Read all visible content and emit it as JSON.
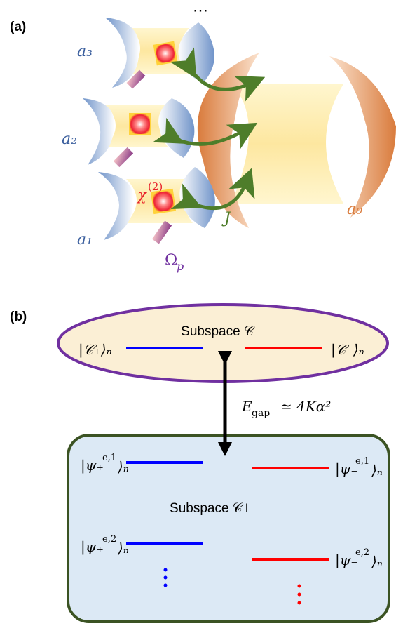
{
  "panel_a": {
    "label": "(a)",
    "ellipsis": "⋯",
    "mode_labels": {
      "a3": "a₃",
      "a2": "a₂",
      "a1": "a₁",
      "a0": "a₀"
    },
    "chi_label": "χ",
    "chi_sup": "(2)",
    "coupling_label": "J",
    "pump_label": "Ω",
    "pump_sub": "p"
  },
  "panel_b": {
    "label": "(b)",
    "subspace_c": {
      "title": "Subspace 𝒞",
      "left_state": "|𝒞₊⟩ₙ",
      "right_state": "|𝒞₋⟩ₙ"
    },
    "gap_label": "E",
    "gap_sub": "gap",
    "gap_rel": "≃ 4Kα²",
    "subspace_perp": {
      "title": "Subspace 𝒞⊥",
      "level1_left": "|ψ₊",
      "level1_left_sup": "e,1",
      "level1_left_tail": "⟩ₙ",
      "level1_right": "|ψ₋",
      "level1_right_sup": "e,1",
      "level1_right_tail": "⟩ₙ",
      "level2_left": "|ψ₊",
      "level2_left_sup": "e,2",
      "level2_left_tail": "⟩ₙ",
      "level2_right": "|ψ₋",
      "level2_right_sup": "e,2",
      "level2_right_tail": "⟩ₙ"
    },
    "colors": {
      "positive": "#0000ff",
      "negative": "#ff0000",
      "ellipse_border": "#7030a0",
      "ellipse_fill": "#fbefd5",
      "box_border": "#3b5323",
      "box_fill": "#dce9f5"
    }
  }
}
